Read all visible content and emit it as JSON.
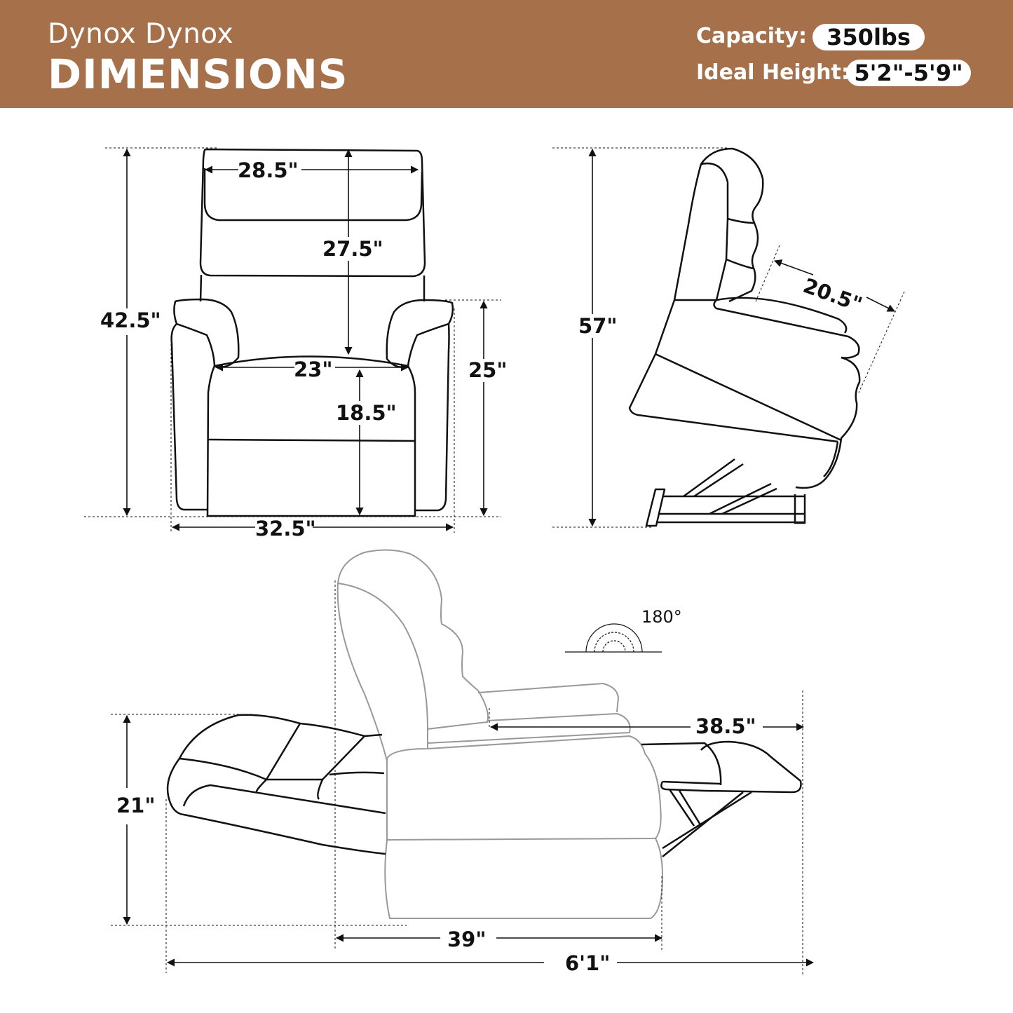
{
  "header": {
    "brand": "Dynox Dynox",
    "title": "DIMENSIONS",
    "capacity_label": "Capacity:",
    "capacity_value": "350lbs",
    "height_label": "Ideal Height:",
    "height_value": "5'2\"-5'9\"",
    "background": "#a5704a"
  },
  "front_view": {
    "back_width": "28.5\"",
    "back_height": "27.5\"",
    "total_height": "42.5\"",
    "seat_width": "23\"",
    "seat_height": "18.5\"",
    "arm_height": "25\"",
    "total_width": "32.5\""
  },
  "side_view": {
    "lift_height": "57\"",
    "seat_depth": "20.5\""
  },
  "recline_view": {
    "angle": "180°",
    "leg_length": "38.5\"",
    "height": "21\"",
    "depth": "39\"",
    "total_length": "6'1\""
  }
}
